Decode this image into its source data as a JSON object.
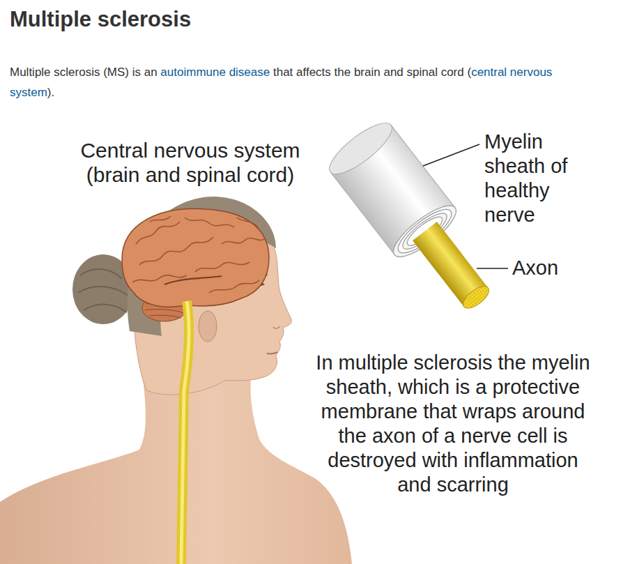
{
  "diagram": {
    "title": "Multiple sclerosis",
    "labels": [
      "Multiple sclerosis (MS) is an",
      "autoimmune disease",
      "that affects the brain and spinal cord (",
      "central nervous system",
      ").",
      "Central nervous system (brain and spinal cord)",
      "Myelin sheath of healthy nerve",
      "Axon",
      "In multiple sclerosis the myelin sheath, which is a protective membrane that wraps around the axon of a nerve cell is destroyed with inflammation and scarring"
    ]
  }
}
